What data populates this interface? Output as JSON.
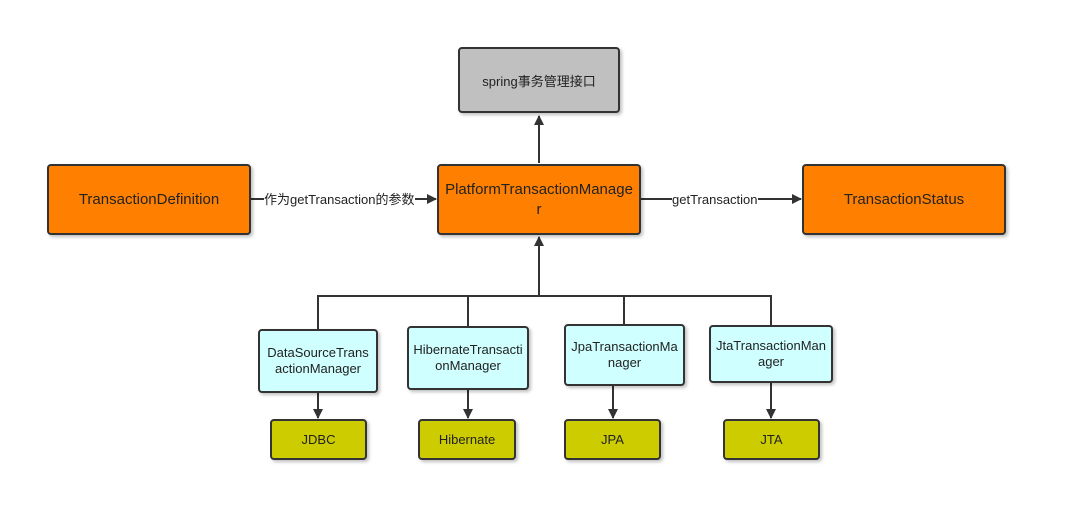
{
  "nodes": {
    "interface": {
      "label": "spring事务管理接口"
    },
    "definition": {
      "label": "TransactionDefinition"
    },
    "manager": {
      "label": "PlatformTransactionManager"
    },
    "status": {
      "label": "TransactionStatus"
    },
    "datasource": {
      "label": "DataSourceTransactionManager"
    },
    "hibernate_manager": {
      "label": "HibernateTransactionManager"
    },
    "jpa_manager": {
      "label": "JpaTransactionManager"
    },
    "jta_manager": {
      "label": "JtaTransactionManager"
    },
    "jdbc": {
      "label": "JDBC"
    },
    "hibernate": {
      "label": "Hibernate"
    },
    "jpa": {
      "label": "JPA"
    },
    "jta": {
      "label": "JTA"
    }
  },
  "edges": {
    "definition_to_manager": "作为getTransaction的参数",
    "manager_to_status": "getTransaction"
  },
  "colors": {
    "interface": "#c0c0c0",
    "core": "#ff8000",
    "impl": "#cfffff",
    "tech": "#cccc00",
    "line": "#333333"
  }
}
